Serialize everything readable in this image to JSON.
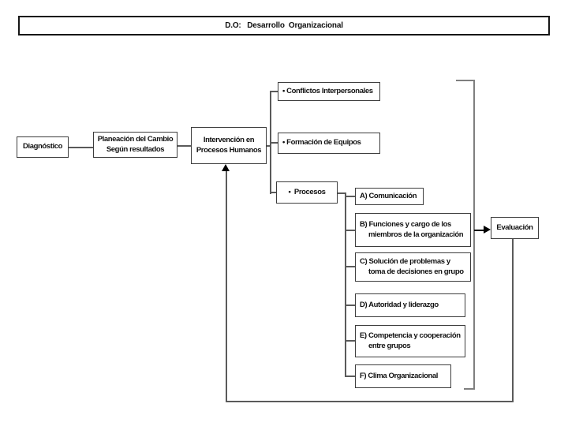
{
  "title_bar": {
    "text": "D.O:   Desarrollo  Organizacional"
  },
  "flow_nodes": {
    "diagnostico": {
      "label": "Diagnóstico"
    },
    "planeacion": {
      "line1": "Planeación del Cambio",
      "line2": "Según resultados"
    },
    "intervencion": {
      "line1": "Intervención en",
      "line2": "Procesos Humanos"
    },
    "evaluacion": {
      "label": "Evaluación"
    }
  },
  "intervention_types": [
    {
      "label": "• Conflictos Interpersonales"
    },
    {
      "label": "• Formación de Equipos"
    },
    {
      "label": "•  Procesos"
    }
  ],
  "process_items": [
    {
      "line1": "A) Comunicación",
      "line2": ""
    },
    {
      "line1": "B) Funciones y cargo de los",
      "line2": "miembros de la organización"
    },
    {
      "line1": "C) Solución de problemas y",
      "line2": "toma de decisiones en grupo"
    },
    {
      "line1": "D) Autoridad y liderazgo",
      "line2": ""
    },
    {
      "line1": "E) Competencia y cooperación",
      "line2": "entre grupos"
    },
    {
      "line1": "F) Clima Organizacional",
      "line2": ""
    }
  ],
  "colors": {
    "background": "#ffffff",
    "box_border": "#3d3d3d",
    "title_border": "#161616",
    "connector": "#5a5a5a",
    "bracket": "#7f7f7f",
    "arrow": "#000000",
    "text": "#111111"
  }
}
